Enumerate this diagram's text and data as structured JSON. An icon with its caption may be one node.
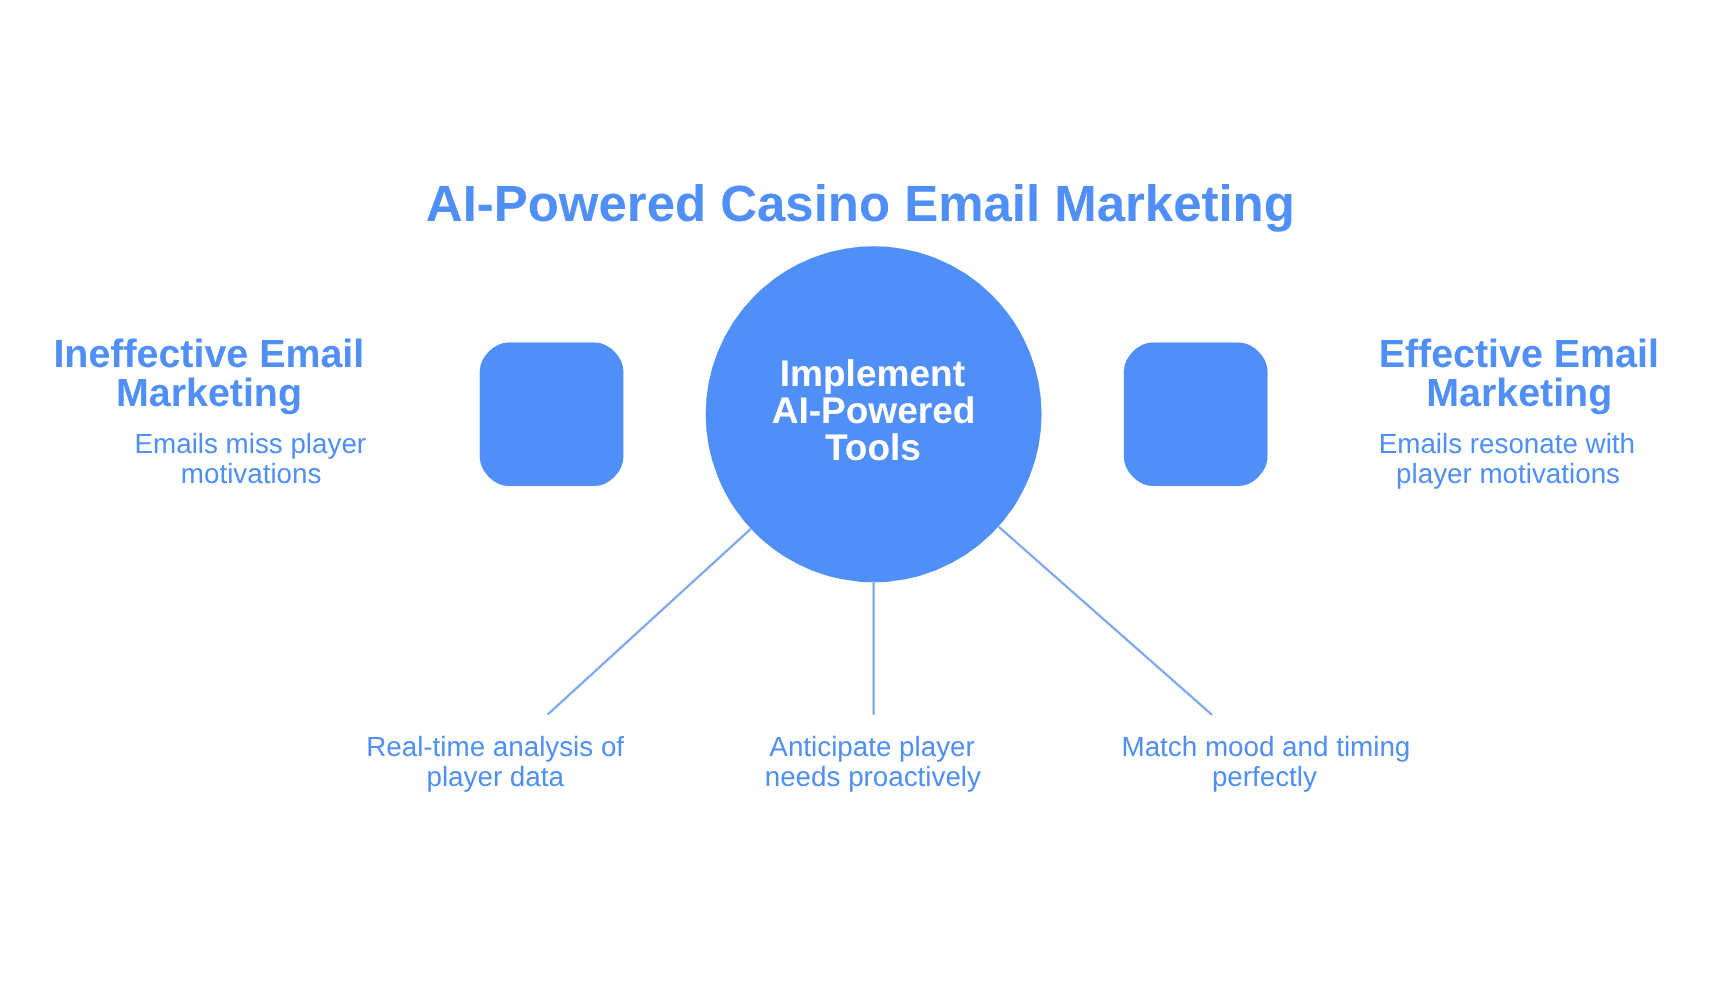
{
  "diagram": {
    "title": "AI-Powered Casino Email Marketing",
    "nodes": [
      {
        "text": [
          "Ineffective Email Marketing",
          "Emails miss player motivations"
        ]
      },
      {
        "text": [],
        "shape": "box"
      },
      {
        "text": [
          "Implement AI-Powered Tools"
        ]
      },
      {
        "text": [],
        "shape": "box"
      },
      {
        "text": [
          "Effective Email Marketing",
          "Emails resonate with player motivations"
        ]
      },
      {
        "text": [
          "Real-time analysis of player data"
        ]
      },
      {
        "text": [
          "Anticipate player needs proactively"
        ]
      },
      {
        "text": [
          "Match mood and timing perfectly"
        ]
      }
    ],
    "edges": [
      {
        "from": 2,
        "to": 5,
        "arrow": "none"
      },
      {
        "from": 2,
        "to": 6,
        "arrow": "none"
      },
      {
        "from": 2,
        "to": 7,
        "arrow": "none"
      }
    ]
  }
}
